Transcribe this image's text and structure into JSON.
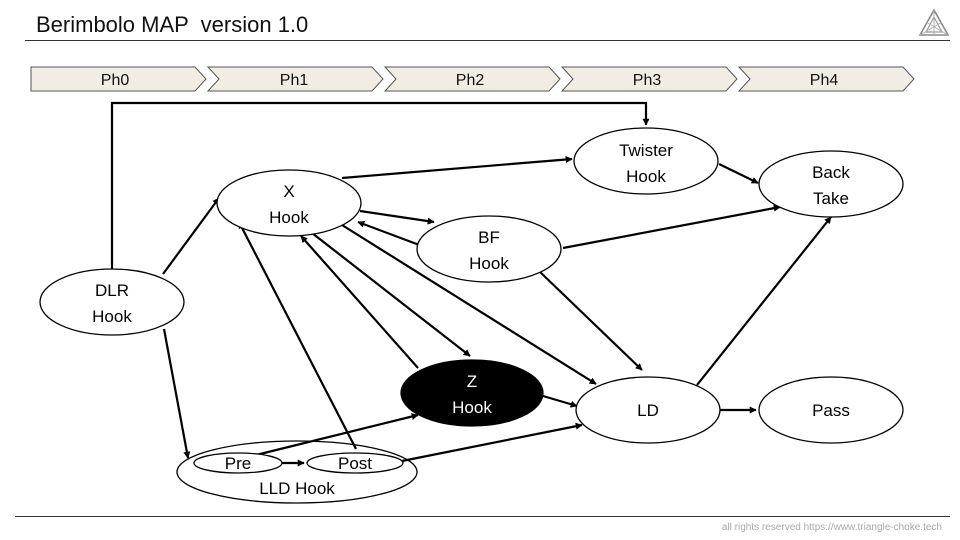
{
  "header": {
    "title": "Berimbolo MAP  version 1.0"
  },
  "phases": [
    "Ph0",
    "Ph1",
    "Ph2",
    "Ph3",
    "Ph4"
  ],
  "nodes": {
    "dlr_hook": [
      "DLR",
      "Hook"
    ],
    "x_hook": [
      "X",
      "Hook"
    ],
    "twister_hook": [
      "Twister",
      "Hook"
    ],
    "back_take": [
      "Back",
      "Take"
    ],
    "bf_hook": [
      "BF",
      "Hook"
    ],
    "z_hook": [
      "Z",
      "Hook"
    ],
    "ld": [
      "LD"
    ],
    "pass": [
      "Pass"
    ],
    "pre": [
      "Pre"
    ],
    "post": [
      "Post"
    ],
    "lld_hook": [
      "LLD Hook"
    ]
  },
  "footer": {
    "copyright": "all rights reserved https://www.triangle-choke.tech"
  },
  "colors": {
    "phase_fill": "#efede4",
    "line": "#000000",
    "z_hook_fill": "#000000",
    "z_hook_text": "#ffffff",
    "footer_text": "#a9a9a9"
  }
}
